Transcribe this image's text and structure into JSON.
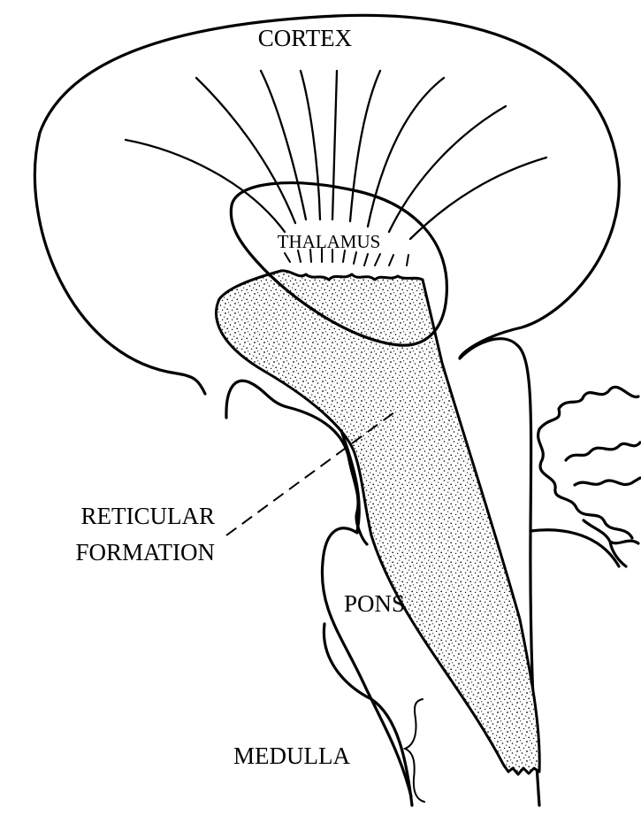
{
  "labels": {
    "cortex": "CORTEX",
    "thalamus": "THALAMUS",
    "reticular_line1": "RETICULAR",
    "reticular_line2": "FORMATION",
    "pons": "PONS",
    "medulla": "MEDULLA"
  },
  "colors": {
    "ink": "#000000",
    "paper": "#ffffff"
  }
}
